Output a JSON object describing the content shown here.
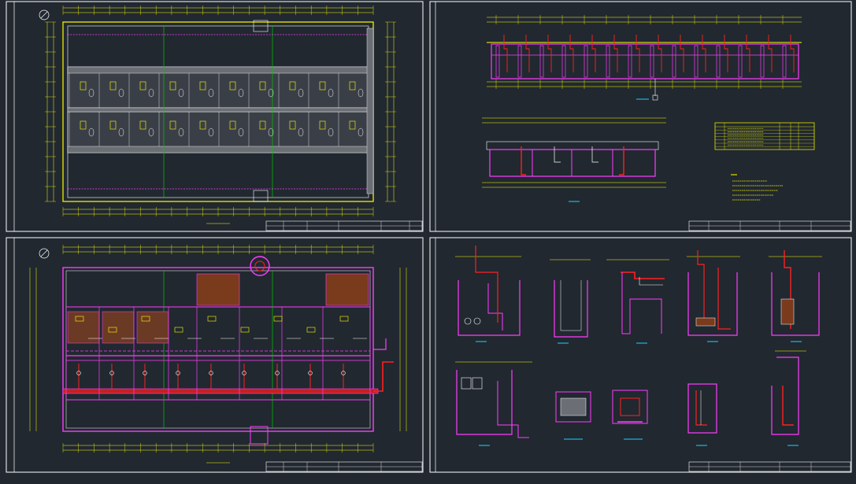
{
  "colors": {
    "background": "#212830",
    "frame": "#ffffff",
    "dimension": "#ffff00",
    "wall": "#ff3cff",
    "axis": "#00c800",
    "grid": "#b0b0b0",
    "pipe": "#ff2020",
    "label": "#19d3ff"
  },
  "sheets": [
    {
      "id": "sheet-1",
      "kind": "plan",
      "north_arrow": true
    },
    {
      "id": "sheet-2",
      "kind": "sections",
      "north_arrow": false
    },
    {
      "id": "sheet-3",
      "kind": "plan",
      "north_arrow": true
    },
    {
      "id": "sheet-4",
      "kind": "details",
      "north_arrow": false
    }
  ]
}
